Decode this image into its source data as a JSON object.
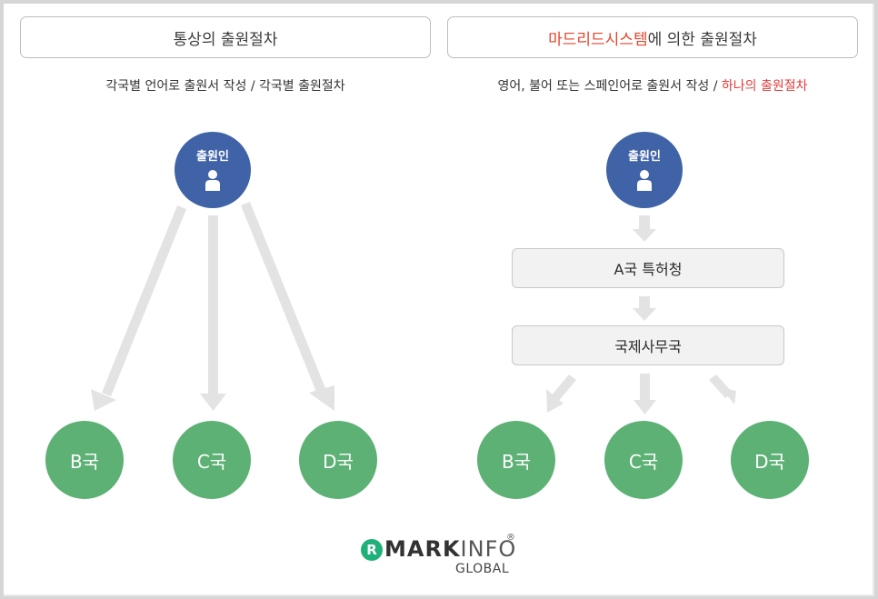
{
  "left_panel": {
    "title": "통상의 출원절차",
    "subtitle": "각국별 언어로 출원서 작성 / 각국별 출원절차",
    "applicant_label": "출원인",
    "countries": [
      "B국",
      "C국",
      "D국"
    ]
  },
  "right_panel": {
    "title_highlight": "마드리드시스템",
    "title_rest": "에 의한 출원절차",
    "subtitle_main": "영어, 불어 또는 스페인어로 출원서 작성 / ",
    "subtitle_highlight": "하나의 출원절차",
    "applicant_label": "출원인",
    "office_1": "A국 특허청",
    "office_2": "국제사무국",
    "countries": [
      "B국",
      "C국",
      "D국"
    ]
  },
  "logo": {
    "badge": "R",
    "brand_bold": "MARK",
    "brand_thin": "INFO",
    "reg": "®",
    "sub": "GLOBAL"
  },
  "colors": {
    "applicant": "#3f63a6",
    "country": "#5db174",
    "highlight": "#e8452c",
    "arrow": "#e3e3e3",
    "logo_green": "#20b07a"
  }
}
